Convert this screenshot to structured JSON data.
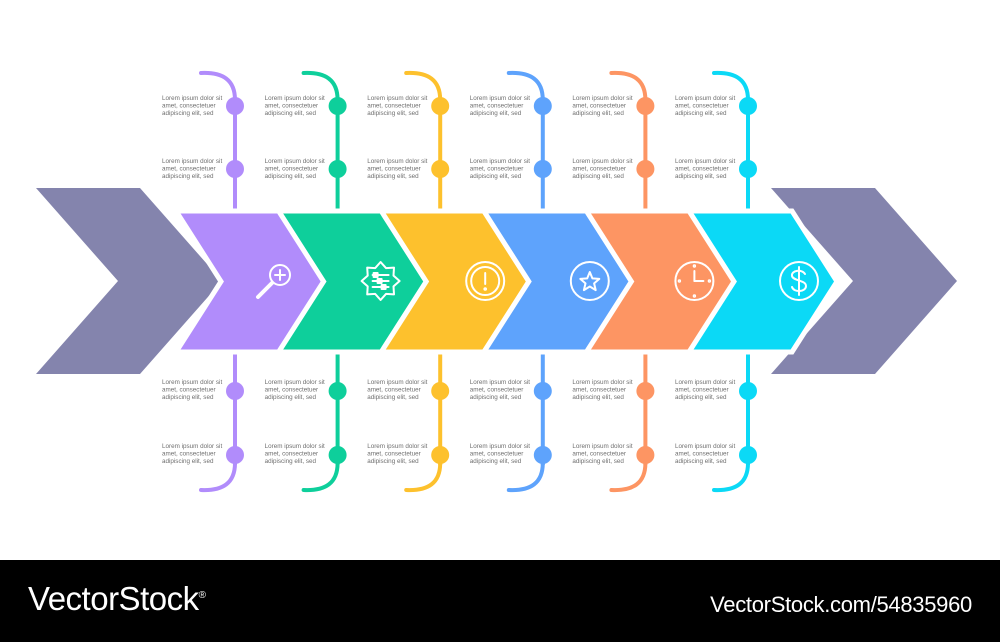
{
  "diagram": {
    "end_arrow_color": "#8484ad",
    "steps": [
      {
        "color": "#b18cfb",
        "icon": "magnifier-plus-icon",
        "top_notes": [
          "Lorem ipsum dolor sit\namet, consectetuer\nadipiscing elit, sed",
          "Lorem ipsum dolor sit\namet, consectetuer\nadipiscing elit, sed"
        ],
        "bottom_notes": [
          "Lorem ipsum dolor sit\namet, consectetuer\nadipiscing elit, sed",
          "Lorem ipsum dolor sit\namet, consectetuer\nadipiscing elit, sed"
        ]
      },
      {
        "color": "#0ecf9b",
        "icon": "gear-sliders-icon",
        "top_notes": [
          "Lorem ipsum dolor sit\namet, consectetuer\nadipiscing elit, sed",
          "Lorem ipsum dolor sit\namet, consectetuer\nadipiscing elit, sed"
        ],
        "bottom_notes": [
          "Lorem ipsum dolor sit\namet, consectetuer\nadipiscing elit, sed",
          "Lorem ipsum dolor sit\namet, consectetuer\nadipiscing elit, sed"
        ]
      },
      {
        "color": "#fdc12d",
        "icon": "exclamation-circle-icon",
        "top_notes": [
          "Lorem ipsum dolor sit\namet, consectetuer\nadipiscing elit, sed",
          "Lorem ipsum dolor sit\namet, consectetuer\nadipiscing elit, sed"
        ],
        "bottom_notes": [
          "Lorem ipsum dolor sit\namet, consectetuer\nadipiscing elit, sed",
          "Lorem ipsum dolor sit\namet, consectetuer\nadipiscing elit, sed"
        ]
      },
      {
        "color": "#5ea3fc",
        "icon": "star-circle-icon",
        "top_notes": [
          "Lorem ipsum dolor sit\namet, consectetuer\nadipiscing elit, sed",
          "Lorem ipsum dolor sit\namet, consectetuer\nadipiscing elit, sed"
        ],
        "bottom_notes": [
          "Lorem ipsum dolor sit\namet, consectetuer\nadipiscing elit, sed",
          "Lorem ipsum dolor sit\namet, consectetuer\nadipiscing elit, sed"
        ]
      },
      {
        "color": "#fd9563",
        "icon": "clock-icon",
        "top_notes": [
          "Lorem ipsum dolor sit\namet, consectetuer\nadipiscing elit, sed",
          "Lorem ipsum dolor sit\namet, consectetuer\nadipiscing elit, sed"
        ],
        "bottom_notes": [
          "Lorem ipsum dolor sit\namet, consectetuer\nadipiscing elit, sed",
          "Lorem ipsum dolor sit\namet, consectetuer\nadipiscing elit, sed"
        ]
      },
      {
        "color": "#0bd9f6",
        "icon": "dollar-circle-icon",
        "top_notes": [
          "Lorem ipsum dolor sit\namet, consectetuer\nadipiscing elit, sed",
          "Lorem ipsum dolor sit\namet, consectetuer\nadipiscing elit, sed"
        ],
        "bottom_notes": [
          "Lorem ipsum dolor sit\namet, consectetuer\nadipiscing elit, sed",
          "Lorem ipsum dolor sit\namet, consectetuer\nadipiscing elit, sed"
        ]
      }
    ]
  },
  "footer": {
    "brand": "VectorStock",
    "brand_mark": "®",
    "image_id": "VectorStock.com/54835960"
  }
}
